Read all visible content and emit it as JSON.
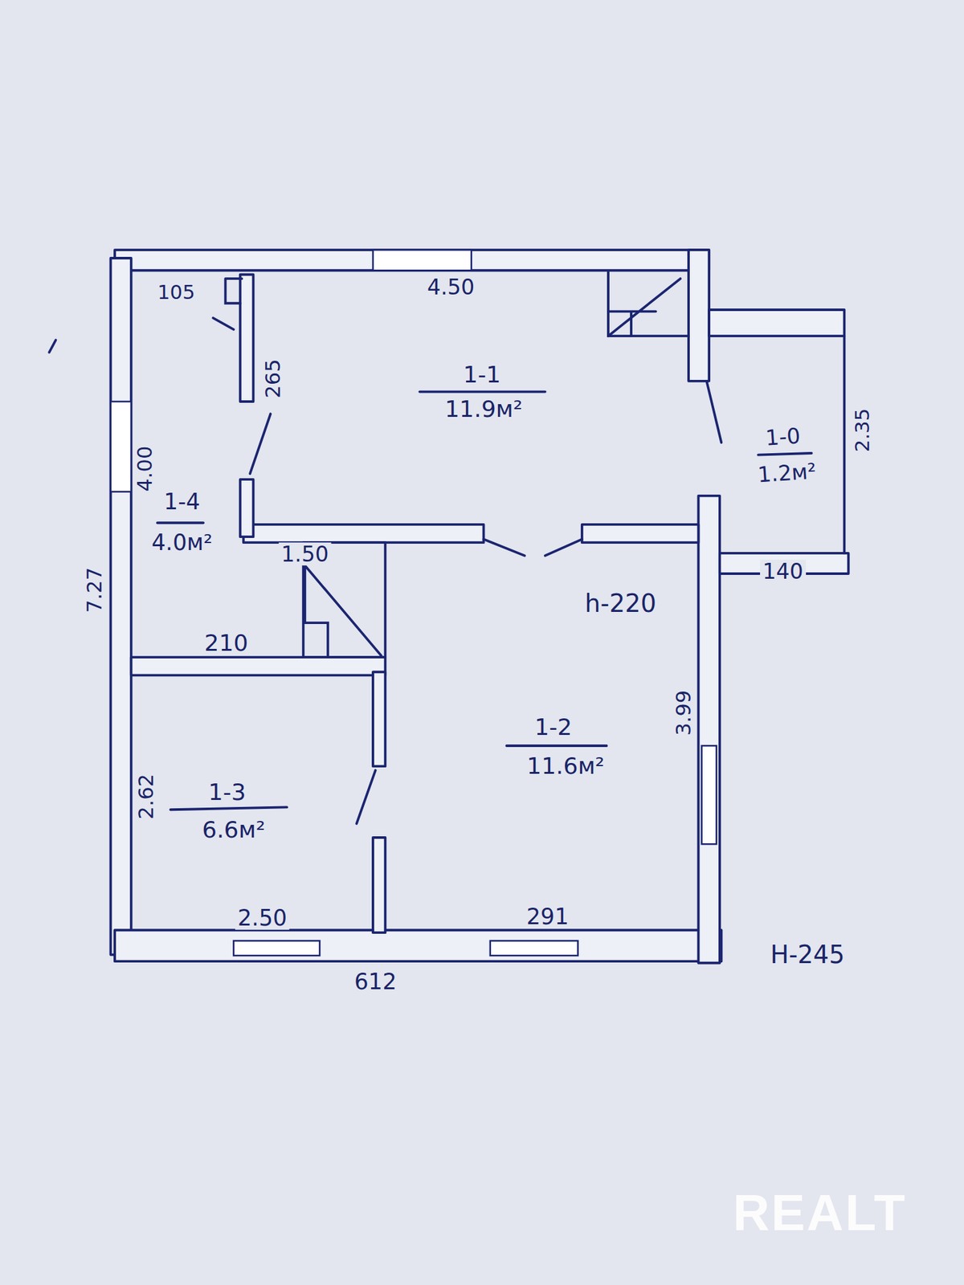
{
  "diagram": {
    "labels": [
      "4.50",
      "105",
      "265",
      "1-1",
      "11.9м²",
      "1-0",
      "1.2м²",
      "2.35",
      "4.00",
      "1-4",
      "4.0м²",
      "7.27",
      "1.50",
      "140",
      "h-220",
      "210",
      "3.99",
      "1-2",
      "11.6м²",
      "2.62",
      "1-3",
      "6.6м²",
      "2.50",
      "291",
      "612",
      "H-245",
      "REALT"
    ]
  }
}
